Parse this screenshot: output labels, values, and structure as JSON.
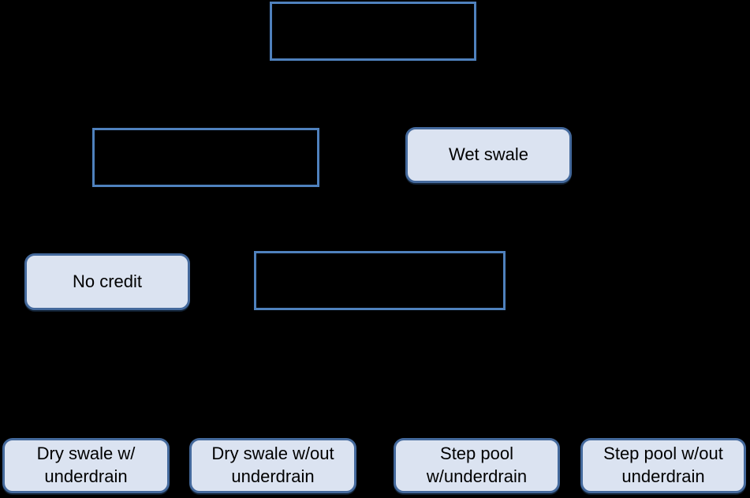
{
  "diagram": {
    "background": "#000000",
    "colors": {
      "rect_border": "#4f81bd",
      "rounded_border": "#44699c",
      "rounded_fill": "#dbe3f1",
      "label_text": "#000000"
    },
    "nodes": [
      {
        "id": "empty-box-top",
        "shape": "rectangle",
        "label": ""
      },
      {
        "id": "empty-box-row2",
        "shape": "rectangle",
        "label": ""
      },
      {
        "id": "wet-swale",
        "shape": "rounded",
        "label": "Wet swale"
      },
      {
        "id": "no-credit",
        "shape": "rounded",
        "label": "No credit"
      },
      {
        "id": "empty-box-row3",
        "shape": "rectangle",
        "label": ""
      },
      {
        "id": "dry-swale-w-underdrain",
        "shape": "rounded",
        "label": "Dry swale w/ underdrain"
      },
      {
        "id": "dry-swale-wout-underdrain",
        "shape": "rounded",
        "label": "Dry swale w/out underdrain"
      },
      {
        "id": "step-pool-w-underdrain",
        "shape": "rounded",
        "label": "Step pool w/underdrain"
      },
      {
        "id": "step-pool-wout-underdrain",
        "shape": "rounded",
        "label": "Step pool w/out underdrain"
      }
    ]
  }
}
